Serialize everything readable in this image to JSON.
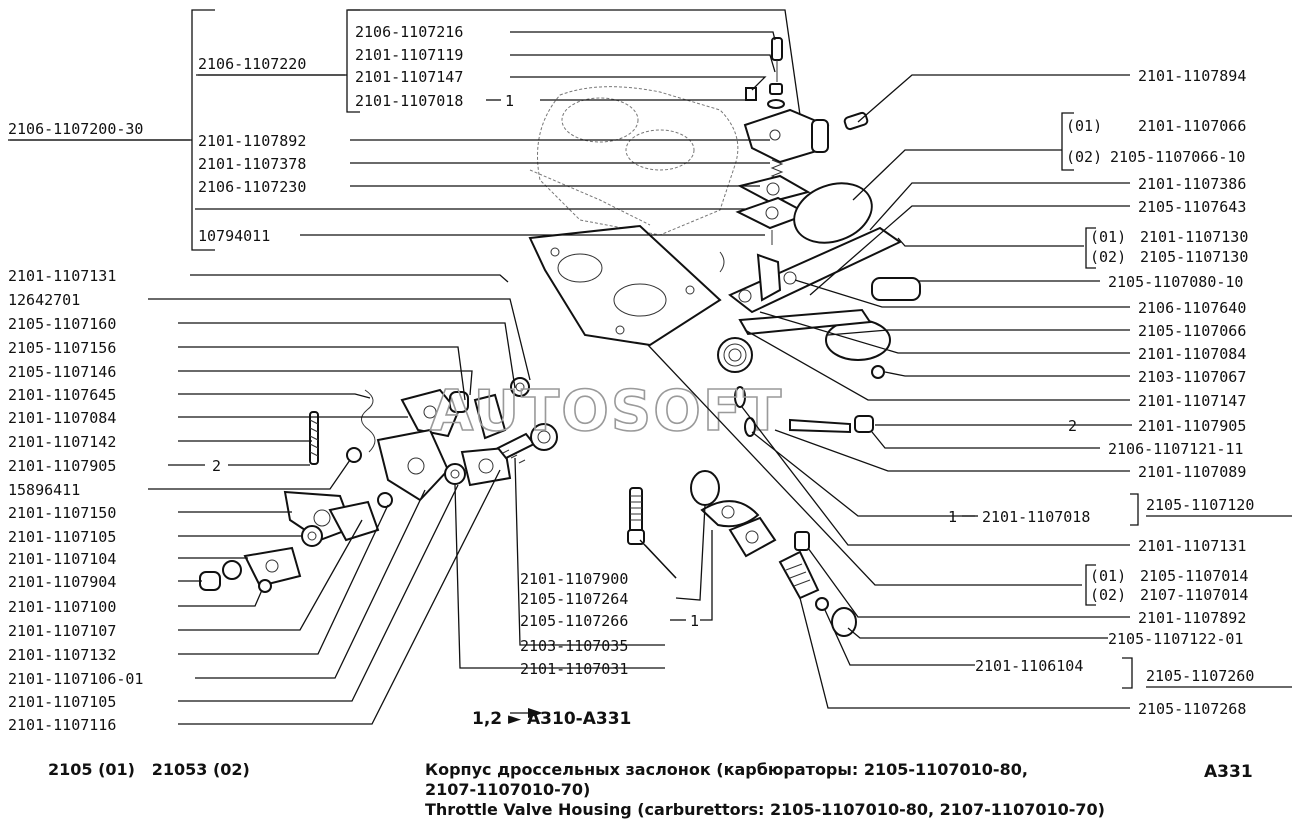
{
  "caption": {
    "variants": "2105 (01)   21053 (02)",
    "title_ru_1": "Корпус дроссельных заслонок (карбюраторы: 2105-1107010-80,",
    "title_ru_2": "2107-1107010-70)",
    "title_en": "Throttle Valve Housing (carburettors: 2105-1107010-80, 2107-1107010-70)",
    "page_code": "A331"
  },
  "watermark": "AUTOSOFT",
  "crossref": "1,2 ► A310-A331",
  "groups": {
    "g_200_30": "2106-1107200-30",
    "g_220": "2106-1107220",
    "g_120": "2105-1107120",
    "g_260": "2105-1107260"
  },
  "labels_top": [
    "2106-1107216",
    "2101-1107119",
    "2101-1107147",
    "2101-1107018",
    "2101-1107892",
    "2101-1107378",
    "2106-1107230",
    "10794011"
  ],
  "labels_left": [
    "2101-1107131",
    "12642701",
    "2105-1107160",
    "2105-1107156",
    "2105-1107146",
    "2101-1107645",
    "2101-1107084",
    "2101-1107142",
    "2101-1107905",
    "15896411",
    "2101-1107150",
    "2101-1107105",
    "2101-1107104",
    "2101-1107904",
    "2101-1107100",
    "2101-1107107",
    "2101-1107132",
    "2101-1107106-01",
    "2101-1107105",
    "2101-1107116"
  ],
  "labels_right": [
    "2101-1107894",
    "2101-1107066",
    "2105-1107066-10",
    "2101-1107386",
    "2105-1107643",
    "2101-1107130",
    "2105-1107130",
    "2105-1107080-10",
    "2106-1107640",
    "2105-1107066",
    "2101-1107084",
    "2103-1107067",
    "2101-1107147",
    "2101-1107905",
    "2106-1107121-11",
    "2101-1107089",
    "2101-1107018",
    "2101-1107131",
    "2105-1107014",
    "2107-1107014",
    "2101-1107892",
    "2105-1107122-01",
    "2101-1106104",
    "2105-1107268"
  ],
  "labels_center": [
    "2101-1107900",
    "2105-1107264",
    "2105-1107266",
    "2103-1107035",
    "2101-1107031"
  ],
  "variant_tags": [
    "(01)",
    "(02)"
  ],
  "note_numbers": [
    "1",
    "2"
  ]
}
